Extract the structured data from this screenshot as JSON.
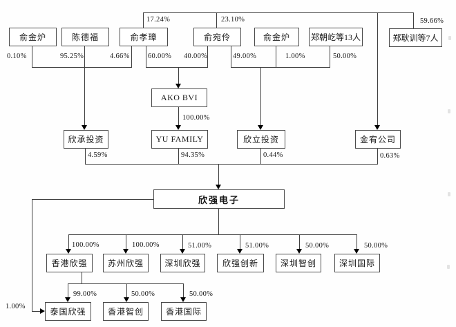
{
  "diagram_type": "equity-ownership-structure",
  "style": {
    "background": "#fefefe",
    "line_color": "#3f3f3f",
    "box_border_color": "#4b4b4b",
    "arrow_color": "#000000",
    "text_color": "#1a1a1a"
  },
  "nodes": {
    "yu_jinlu_a": "俞金炉",
    "chen_defu": "陈德福",
    "yu_xiaozhang": "俞孝璋",
    "yu_wanling": "俞宛伶",
    "yu_jinlu_b": "俞金炉",
    "zheng_chaoyi_13": "郑朝屹等13人",
    "zheng_gengxun_7": "郑耿训等7人",
    "ako_bvi": "AKO BVI",
    "xincheng_touzi": "欣承投资",
    "yu_family": "YU FAMILY",
    "xinli_touzi": "欣立投资",
    "jinyou_gongsi": "金宥公司",
    "xinqiang_dianzi": "欣强电子",
    "hk_xinqiang": "香港欣强",
    "suzhou_xinqiang": "苏州欣强",
    "sz_xinqiang": "深圳欣强",
    "xinqiang_chuangxin": "欣强创新",
    "sz_zhichuang": "深圳智创",
    "sz_guoji": "深圳国际",
    "thai_xinqiang": "泰国欣强",
    "hk_zhichuang": "香港智创",
    "hk_guoji": "香港国际"
  },
  "edges": [
    {
      "from": "俞孝璋",
      "to": "金宥公司",
      "label": "17.24%"
    },
    {
      "from": "俞宛伶",
      "to": "金宥公司",
      "label": "23.10%"
    },
    {
      "from": "郑耿训等7人",
      "to": "金宥公司",
      "label": "59.66%"
    },
    {
      "from": "俞金炉",
      "to": "欣承投资",
      "label": "0.10%"
    },
    {
      "from": "陈德福",
      "to": "欣承投资",
      "label": "95.25%"
    },
    {
      "from": "俞孝璋",
      "to": "欣承投资",
      "label": "4.66%"
    },
    {
      "from": "俞孝璋",
      "to": "AKO BVI",
      "label": "60.00%"
    },
    {
      "from": "俞宛伶",
      "to": "AKO BVI",
      "label": "40.00%"
    },
    {
      "from": "俞宛伶",
      "to": "欣立投资",
      "label": "49.00%"
    },
    {
      "from": "俞金炉",
      "to": "欣立投资",
      "label": "1.00%"
    },
    {
      "from": "郑朝屹等13人",
      "to": "欣立投资",
      "label": "50.00%"
    },
    {
      "from": "AKO BVI",
      "to": "YU FAMILY",
      "label": "100.00%"
    },
    {
      "from": "欣承投资",
      "to": "欣强电子",
      "label": "4.59%"
    },
    {
      "from": "YU FAMILY",
      "to": "欣强电子",
      "label": "94.35%"
    },
    {
      "from": "欣立投资",
      "to": "欣强电子",
      "label": "0.44%"
    },
    {
      "from": "金宥公司",
      "to": "欣强电子",
      "label": "0.63%"
    },
    {
      "from": "欣强电子",
      "to": "香港欣强",
      "label": "100.00%"
    },
    {
      "from": "欣强电子",
      "to": "苏州欣强",
      "label": "100.00%"
    },
    {
      "from": "欣强电子",
      "to": "深圳欣强",
      "label": "51.00%"
    },
    {
      "from": "欣强电子",
      "to": "欣强创新",
      "label": "51.00%"
    },
    {
      "from": "欣强电子",
      "to": "深圳智创",
      "label": "50.00%"
    },
    {
      "from": "欣强电子",
      "to": "深圳国际",
      "label": "50.00%"
    },
    {
      "from": "香港欣强",
      "to": "泰国欣强",
      "label": "99.00%"
    },
    {
      "from": "香港欣强",
      "to": "香港智创",
      "label": "50.00%"
    },
    {
      "from": "香港欣强",
      "to": "香港国际",
      "label": "50.00%"
    },
    {
      "from": "欣强电子",
      "to": "泰国欣强",
      "label": "1.00%"
    }
  ]
}
